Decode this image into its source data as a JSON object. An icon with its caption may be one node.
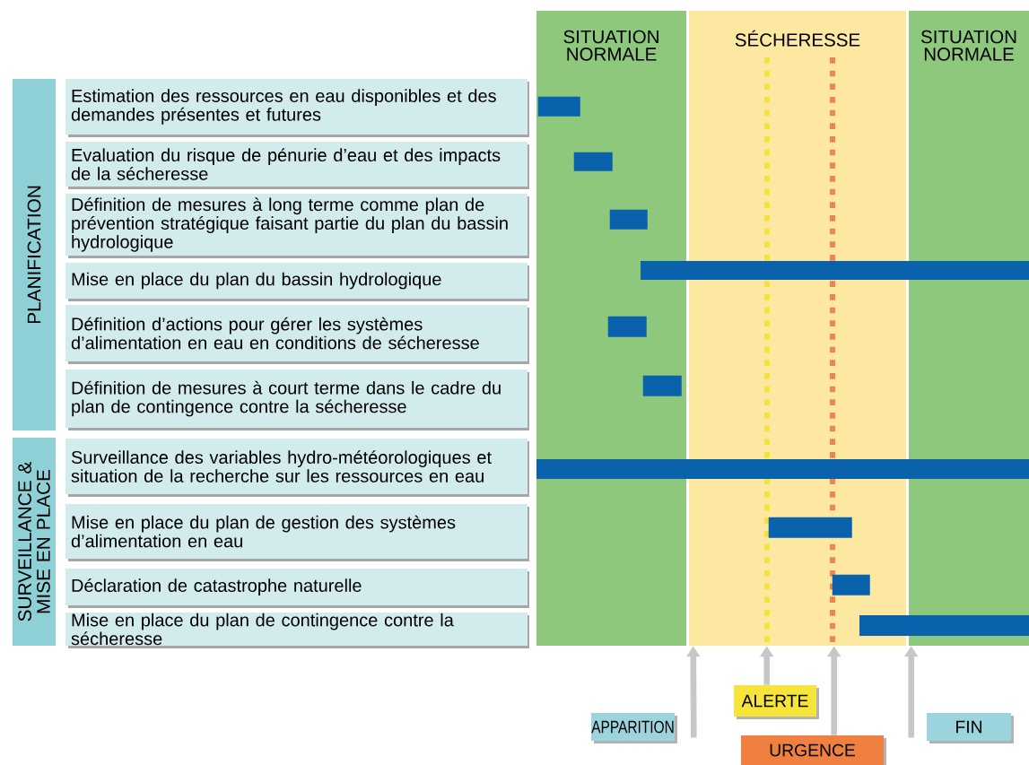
{
  "diagram": {
    "nodes": [
      {
        "text": [
          "PLANIFICATION"
        ]
      },
      {
        "text": [
          "SURVEILLANCE & MISE EN PLACE"
        ]
      },
      {
        "text": [
          "Estimation des ressources en eau disponibles et des demandes présentes et futures"
        ]
      },
      {
        "text": [
          "Evaluation du risque de pénurie d’eau et des impacts de la sécheresse"
        ]
      },
      {
        "text": [
          "Définition de mesures à long terme comme plan de prévention stratégique faisant partie du plan du bassin hydrologique"
        ]
      },
      {
        "text": [
          "Mise en place du plan du bassin hydrologique"
        ]
      },
      {
        "text": [
          "Définition d’actions pour gérer les systèmes d’alimentation en eau en conditions de sécheresse"
        ]
      },
      {
        "text": [
          "Définition de mesures à court terme dans le cadre du plan de contingence contre la sécheresse"
        ]
      },
      {
        "text": [
          "Surveillance des variables hydro-météorologiques et situation de la recherche sur les ressources en eau"
        ]
      },
      {
        "text": [
          "Mise en place du plan de gestion des systèmes d’alimentation en eau"
        ]
      },
      {
        "text": [
          "Déclaration de catastrophe naturelle"
        ]
      },
      {
        "text": [
          "Mise en place du plan de contingence contre la sécheresse"
        ]
      },
      {
        "text": [
          "SITUATION NORMALE"
        ]
      },
      {
        "text": [
          "SÉCHERESSE"
        ]
      },
      {
        "text": [
          "SITUATION NORMALE"
        ]
      },
      {
        "text": [
          "APPARITION"
        ]
      },
      {
        "text": [
          "ALERTE"
        ]
      },
      {
        "text": [
          "URGENCE"
        ]
      },
      {
        "text": [
          "FIN"
        ]
      },
      {
        "text": [],
        "shape": "bar",
        "in": 12
      },
      {
        "text": [],
        "shape": "bar",
        "in": 12
      },
      {
        "text": [],
        "shape": "bar",
        "in": 12
      },
      {
        "text": [],
        "shape": "bar"
      },
      {
        "text": [],
        "shape": "bar",
        "in": 12
      },
      {
        "text": [],
        "shape": "bar",
        "in": 12
      },
      {
        "text": [],
        "shape": "bar"
      },
      {
        "text": [],
        "shape": "bar",
        "in": 13
      },
      {
        "text": [],
        "shape": "bar",
        "in": 13
      },
      {
        "text": [],
        "shape": "bar"
      }
    ],
    "edges": [
      {
        "from": 15,
        "to": 13,
        "arrow": "to"
      },
      {
        "from": 16,
        "to": 13,
        "arrow": "to"
      },
      {
        "from": 17,
        "to": 13,
        "arrow": "to"
      },
      {
        "from": 18,
        "to": 14,
        "arrow": "to"
      }
    ]
  }
}
